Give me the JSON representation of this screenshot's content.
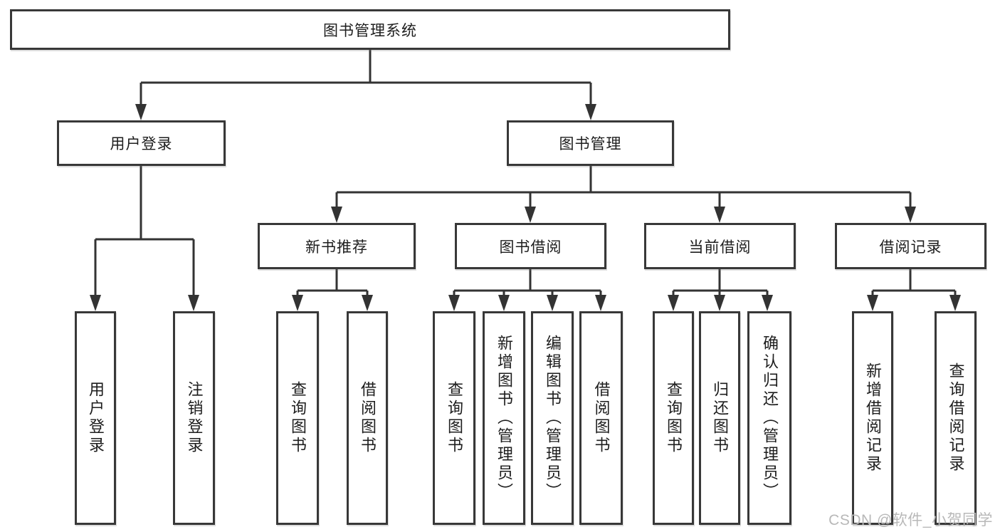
{
  "tree": {
    "label": "图书管理系统",
    "children": [
      {
        "label": "用户登录",
        "children": [
          {
            "label": "用户登录"
          },
          {
            "label": "注销登录"
          }
        ]
      },
      {
        "label": "图书管理",
        "children": [
          {
            "label": "新书推荐",
            "children": [
              {
                "label": "查询图书"
              },
              {
                "label": "借阅图书"
              }
            ]
          },
          {
            "label": "图书借阅",
            "children": [
              {
                "label": "查询图书"
              },
              {
                "label": "新增图书（管理员）"
              },
              {
                "label": "编辑图书（管理员）"
              },
              {
                "label": "借阅图书"
              }
            ]
          },
          {
            "label": "当前借阅",
            "children": [
              {
                "label": "查询图书"
              },
              {
                "label": "归还图书"
              },
              {
                "label": "确认归还（管理员）"
              }
            ]
          },
          {
            "label": "借阅记录",
            "children": [
              {
                "label": "新增借阅记录"
              },
              {
                "label": "查询借阅记录"
              }
            ]
          }
        ]
      }
    ]
  },
  "watermark": {
    "text": "CSDN @软件_小贺同学"
  },
  "colors": {
    "line": "#333333",
    "border": "#383838",
    "background": "#ffffff",
    "text": "#1d1d1d",
    "watermark": "#b8b8b8"
  }
}
